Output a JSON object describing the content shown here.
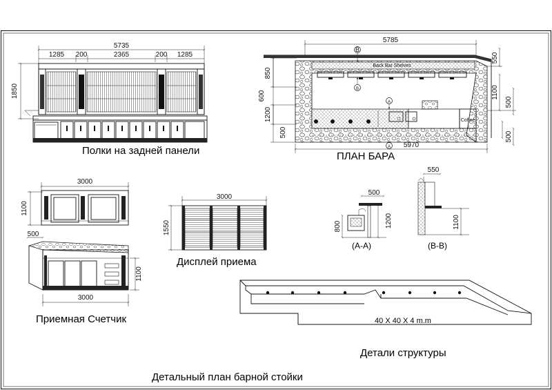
{
  "captions": {
    "back_panel": "Полки на задней панели",
    "bar_plan": "ПЛАН БАРА",
    "reception_display": "Дисплей приема",
    "reception_counter": "Приемная Счетчик",
    "structure_details": "Детали структуры",
    "sheet_title": "Детальный план барной стойки",
    "section_aa": "(A-A)",
    "section_bb": "(B-B)"
  },
  "labels": {
    "back_bar_shelves": "Back Bar Shelves",
    "coffee": "Coffee",
    "tube_spec": "40 X 40 X 4 m.m",
    "marker_a": "A",
    "marker_b": "B"
  },
  "dimensions": {
    "back_panel": {
      "total": "5735",
      "s1": "1285",
      "s2": "200",
      "s3": "2365",
      "s4": "200",
      "s5": "1285",
      "height": "1850"
    },
    "bar_plan": {
      "top": "5785",
      "bottom": "5970",
      "l1": "850",
      "l2": "600",
      "l3": "1200",
      "l4": "500",
      "r1": "550",
      "r2": "1100",
      "r3": "500",
      "r4": "500"
    },
    "counter_front": {
      "width": "3000",
      "height": "1100"
    },
    "display": {
      "width": "3000",
      "height": "1550"
    },
    "counter_3d": {
      "depth": "500",
      "width": "3000",
      "height": "1100"
    },
    "section_aa": {
      "w": "500",
      "h1": "800",
      "h2": "1200"
    },
    "section_bb": {
      "w": "550",
      "h": "1100"
    }
  }
}
